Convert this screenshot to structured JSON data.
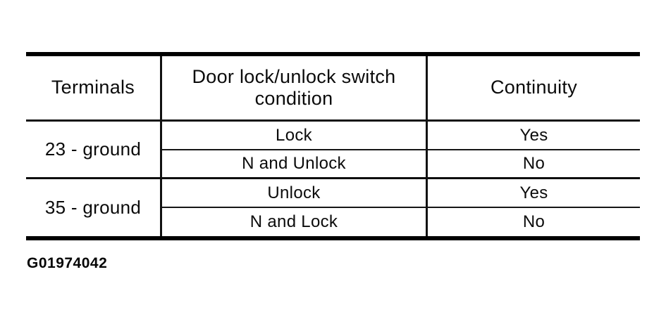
{
  "table": {
    "headers": [
      "Terminals",
      "Door lock/unlock switch condition",
      "Continuity"
    ],
    "groups": [
      {
        "terminal": "23 - ground",
        "rows": [
          {
            "condition": "Lock",
            "continuity": "Yes"
          },
          {
            "condition": "N and Unlock",
            "continuity": "No"
          }
        ]
      },
      {
        "terminal": "35 - ground",
        "rows": [
          {
            "condition": "Unlock",
            "continuity": "Yes"
          },
          {
            "condition": "N and Lock",
            "continuity": "No"
          }
        ]
      }
    ]
  },
  "figure_id": "G01974042",
  "colors": {
    "ink": "#0b0b0b",
    "background": "#ffffff"
  }
}
